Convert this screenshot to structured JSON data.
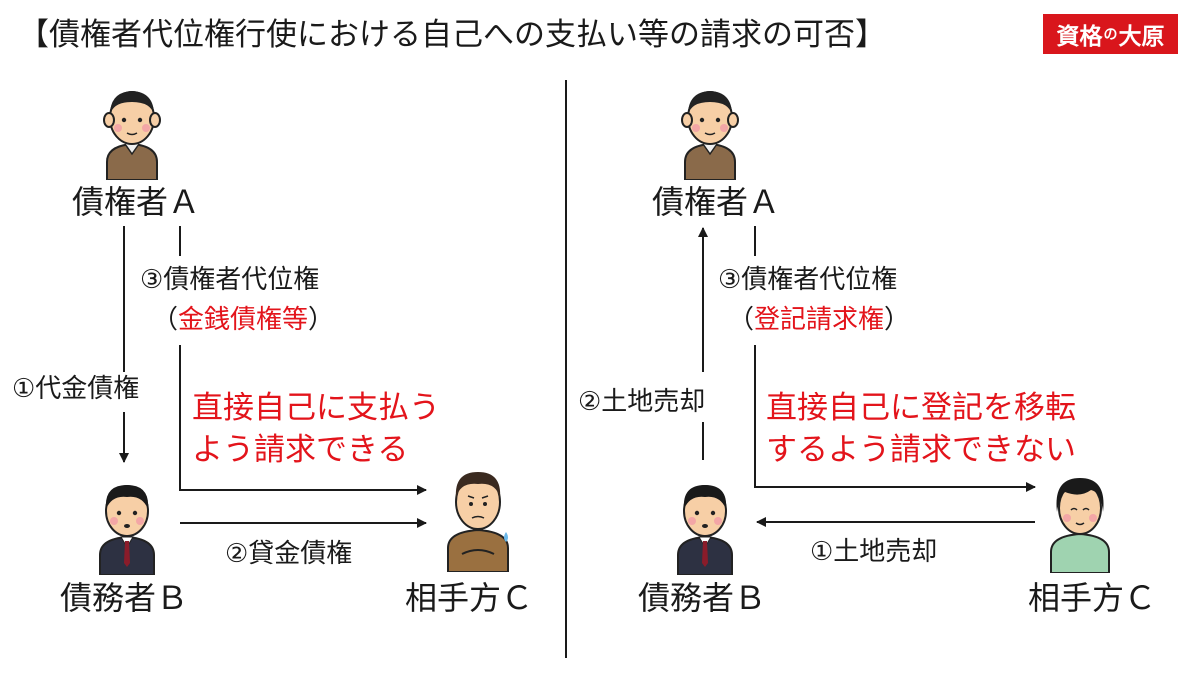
{
  "title": "【債権者代位権行使における自己への支払い等の請求の可否】",
  "brand": {
    "main": "資格",
    "no": "の",
    "rest": "大原"
  },
  "left": {
    "creditor": "債権者Ａ",
    "debtor": "債務者Ｂ",
    "counterparty": "相手方Ｃ",
    "right1": "①代金債権",
    "right2": "②貸金債権",
    "right3": "③債権者代位権",
    "right3_open": "（",
    "right3_note": "金銭債権等",
    "right3_close": "）",
    "result_line1": "直接自己に支払う",
    "result_line2": "よう請求できる"
  },
  "right": {
    "creditor": "債権者Ａ",
    "debtor": "債務者Ｂ",
    "counterparty": "相手方Ｃ",
    "sale1": "①土地売却",
    "sale2": "②土地売却",
    "right3": "③債権者代位権",
    "right3_open": "（",
    "right3_note": "登記請求権",
    "right3_close": "）",
    "result_line1": "直接自己に登記を移転",
    "result_line2": "するよう請求できない"
  },
  "colors": {
    "accent_red": "#e3141b",
    "brand_red": "#d9161c",
    "line": "#1a1a1a"
  }
}
